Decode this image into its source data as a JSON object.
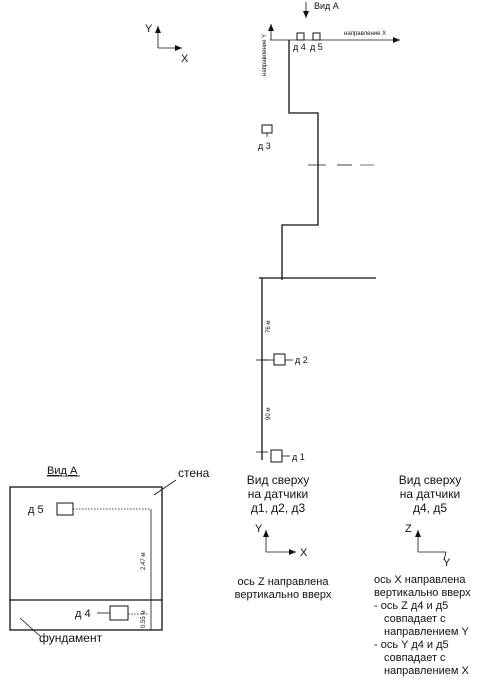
{
  "axes_top": {
    "y": "Y",
    "x": "X"
  },
  "view_a_top": "Вид А",
  "direction_y": "направление Y",
  "direction_x": "направление X",
  "sensors": {
    "d1": "д 1",
    "d2": "д 2",
    "d3": "д 3",
    "d4": "д 4",
    "d5": "д 5"
  },
  "dims": {
    "upper": "76 м",
    "lower": "90 м",
    "wall_height": "2.47 м",
    "foundation": "0.55 м"
  },
  "view_a_bottom": {
    "title": "Вид А",
    "wall": "стена",
    "foundation": "фундамент",
    "d5": "д 5",
    "d4": "д 4"
  },
  "note1": {
    "line1": "Вид сверху",
    "line2": "на датчики",
    "line3": "д1, д2, д3",
    "axis_y": "Y",
    "axis_x": "X",
    "desc1": "ось Z направлена",
    "desc2": "вертикально вверх"
  },
  "note2": {
    "line1": "Вид сверху",
    "line2": "на датчики",
    "line3": "д4, д5",
    "axis_z": "Z",
    "axis_y": "Y",
    "desc1": "ось X направлена",
    "desc2": "вертикально вверх",
    "desc3": "- ось Z д4 и д5",
    "desc4": "совпадает с",
    "desc5": "направлением Y",
    "desc6": "- ось Y д4 и д5",
    "desc7": "совпадает с",
    "desc8": "направлением X"
  }
}
